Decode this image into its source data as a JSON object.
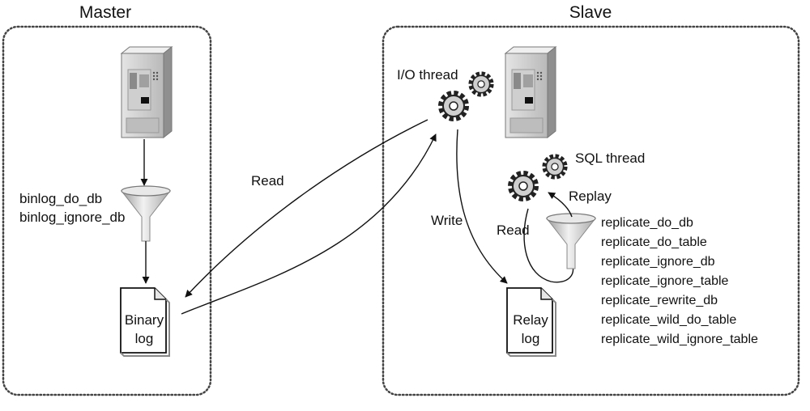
{
  "master": {
    "title": "Master",
    "filter_labels": [
      "binlog_do_db",
      "binlog_ignore_db"
    ],
    "binary_log": [
      "Binary",
      "log"
    ]
  },
  "slave": {
    "title": "Slave",
    "io_thread": "I/O thread",
    "sql_thread": "SQL thread",
    "relay_log": [
      "Relay",
      "log"
    ],
    "replicate_filters": [
      "replicate_do_db",
      "replicate_do_table",
      "replicate_ignore_db",
      "replicate_ignore_table",
      "replicate_rewrite_db",
      "replicate_wild_do_table",
      "replicate_wild_ignore_table"
    ]
  },
  "flows": {
    "read_master": "Read",
    "write": "Write",
    "read_relay": "Read",
    "replay": "Replay"
  }
}
